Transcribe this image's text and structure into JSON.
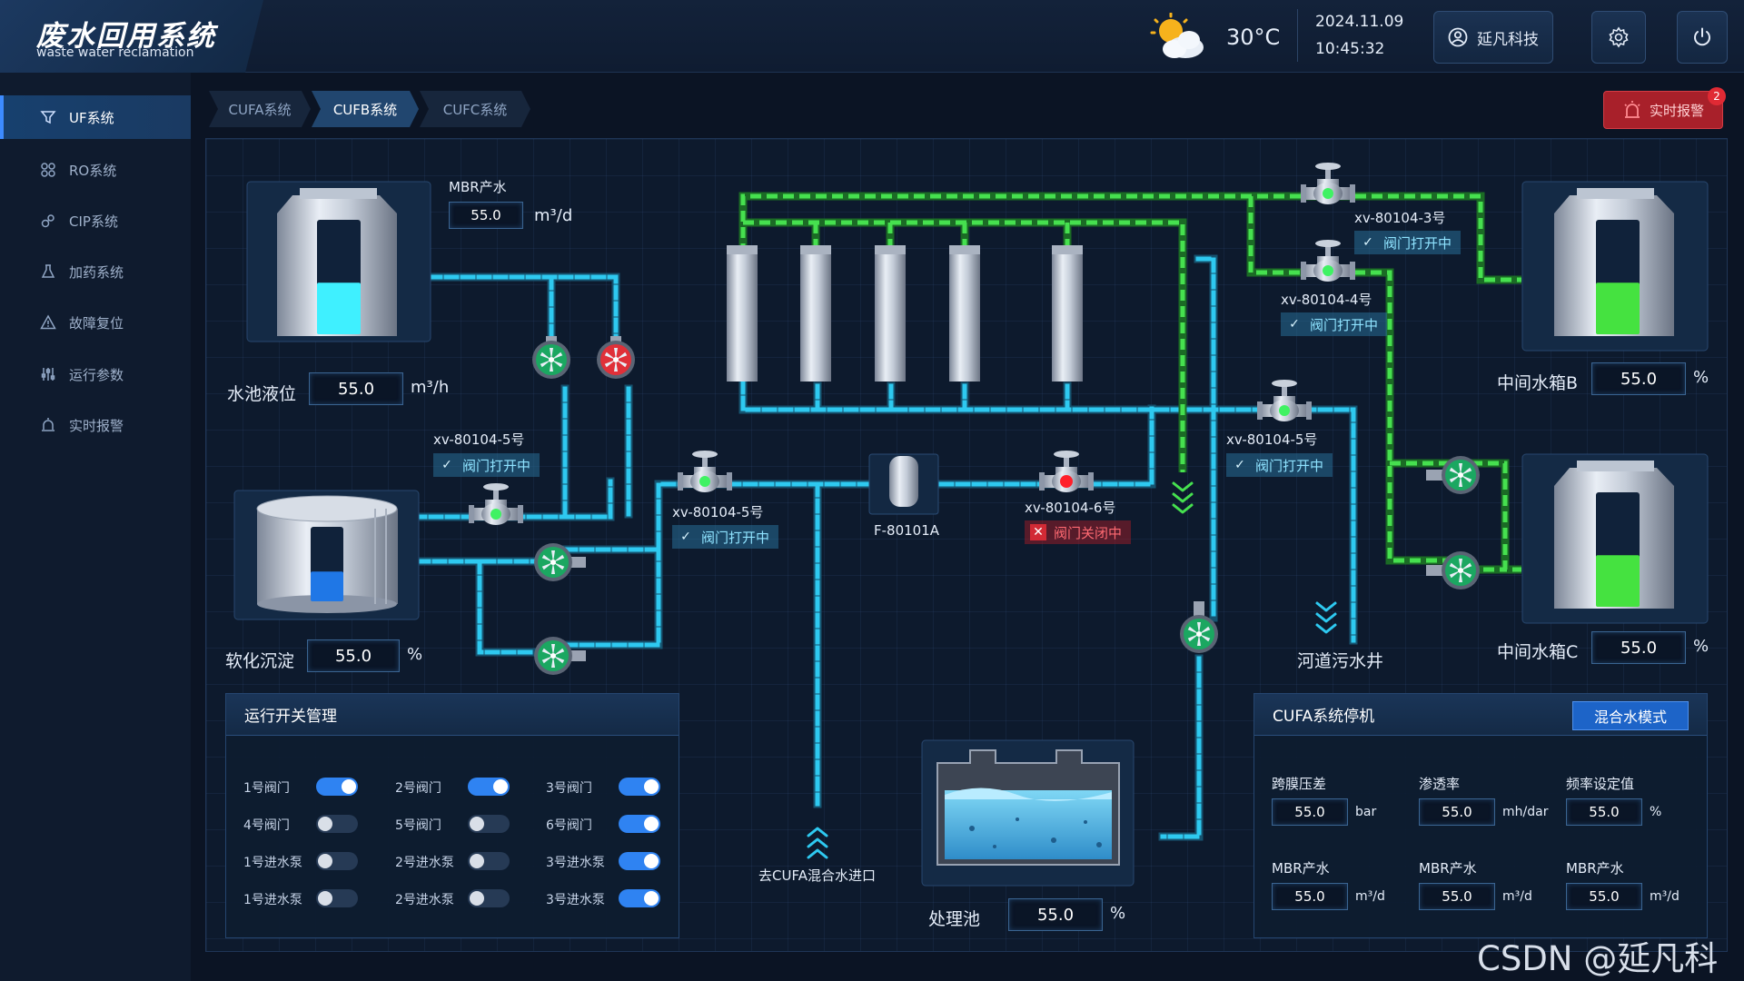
{
  "header": {
    "title": "废水回用系统",
    "subtitle": "waste water reclamation",
    "temperature": "30°C",
    "date": "2024.11.09",
    "time": "10:45:32",
    "user": "延凡科技",
    "icons": {
      "weather": "partly-cloudy-icon",
      "user": "user-circle-icon",
      "settings": "gear-icon",
      "power": "power-icon"
    }
  },
  "sidebar": {
    "items": [
      {
        "label": "UF系统",
        "icon": "filter-icon",
        "active": true
      },
      {
        "label": "RO系统",
        "icon": "grid-icon",
        "active": false
      },
      {
        "label": "CIP系统",
        "icon": "cluster-icon",
        "active": false
      },
      {
        "label": "加药系统",
        "icon": "flask-icon",
        "active": false
      },
      {
        "label": "故障复位",
        "icon": "warning-icon",
        "active": false
      },
      {
        "label": "运行参数",
        "icon": "sliders-icon",
        "active": false
      },
      {
        "label": "实时报警",
        "icon": "alarm-icon",
        "active": false
      }
    ]
  },
  "tabs": [
    {
      "label": "CUFA系统",
      "active": false
    },
    {
      "label": "CUFB系统",
      "active": true
    },
    {
      "label": "CUFC系统",
      "active": false
    }
  ],
  "alarm": {
    "label": "实时报警",
    "count": "2",
    "icon": "siren-icon"
  },
  "diagram": {
    "mbr_output": {
      "label": "MBR产水",
      "value": "55.0",
      "unit": "m³/d"
    },
    "pool_level": {
      "label": "水池液位",
      "value": "55.0",
      "unit": "m³/h",
      "fill": 0.45
    },
    "softening": {
      "label": "软化沉淀",
      "value": "55.0",
      "unit": "%",
      "fill": 0.4
    },
    "tank_b": {
      "label": "中间水箱B",
      "value": "55.0",
      "unit": "%",
      "fill": 0.45
    },
    "tank_c": {
      "label": "中间水箱C",
      "value": "55.0",
      "unit": "%",
      "fill": 0.45
    },
    "treatment_pool": {
      "label": "处理池",
      "value": "55.0",
      "unit": "%"
    },
    "filter_label": "F-80101A",
    "cufa_inlet_label": "去CUFA混合水进口",
    "sewer_label": "河道污水井",
    "valves": [
      {
        "id": "xv-80104-5号",
        "status": "阀门打开中",
        "state": "open"
      },
      {
        "id": "xv-80104-5号",
        "status": "阀门打开中",
        "state": "open"
      },
      {
        "id": "xv-80104-6号",
        "status": "阀门关闭中",
        "state": "closed"
      },
      {
        "id": "xv-80104-3号",
        "status": "阀门打开中",
        "state": "open"
      },
      {
        "id": "xv-80104-4号",
        "status": "阀门打开中",
        "state": "open"
      },
      {
        "id": "xv-80104-5号",
        "status": "阀门打开中",
        "state": "open"
      }
    ],
    "colors": {
      "water": "#29c6ee",
      "green": "#3fd84a",
      "closed": "#e3262e"
    }
  },
  "switch_panel": {
    "title": "运行开关管理",
    "switches": [
      {
        "label": "1号阀门",
        "on": true
      },
      {
        "label": "2号阀门",
        "on": true
      },
      {
        "label": "3号阀门",
        "on": true
      },
      {
        "label": "4号阀门",
        "on": false
      },
      {
        "label": "5号阀门",
        "on": false
      },
      {
        "label": "6号阀门",
        "on": true
      },
      {
        "label": "1号进水泵",
        "on": false
      },
      {
        "label": "2号进水泵",
        "on": false
      },
      {
        "label": "3号进水泵",
        "on": true
      },
      {
        "label": "1号进水泵",
        "on": false
      },
      {
        "label": "2号进水泵",
        "on": false
      },
      {
        "label": "3号进水泵",
        "on": true
      }
    ]
  },
  "params_panel": {
    "title": "CUFA系统停机",
    "mode_button": "混合水模式",
    "params": [
      {
        "label": "跨膜压差",
        "value": "55.0",
        "unit": "bar"
      },
      {
        "label": "渗透率",
        "value": "55.0",
        "unit": "mh/dar"
      },
      {
        "label": "频率设定值",
        "value": "55.0",
        "unit": "%"
      },
      {
        "label": "MBR产水",
        "value": "55.0",
        "unit": "m³/d"
      },
      {
        "label": "MBR产水",
        "value": "55.0",
        "unit": "m³/d"
      },
      {
        "label": "MBR产水",
        "value": "55.0",
        "unit": "m³/d"
      }
    ]
  },
  "credit": "CSDN @延凡科技"
}
